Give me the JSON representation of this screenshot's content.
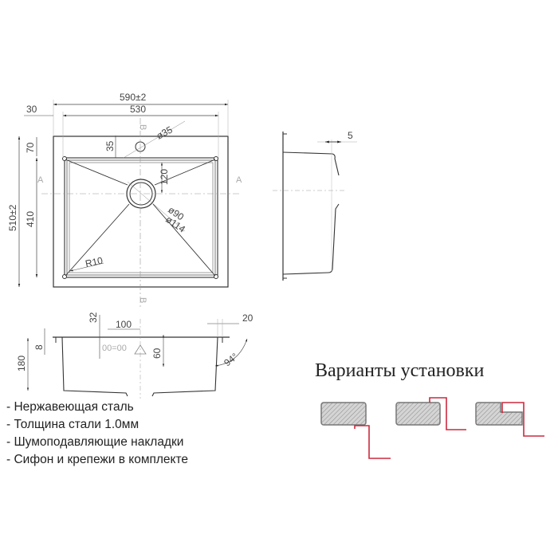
{
  "top_view": {
    "dims": {
      "overall_width": "590±2",
      "bowl_width": "530",
      "side_margin": "30",
      "overall_height": "510±2",
      "bowl_height": "410",
      "top_margin": "70",
      "tap_hole_offset": "35",
      "tap_hole_diameter": "ø35",
      "drain_offset": "120",
      "drain_inner_diameter": "ø90",
      "drain_outer_diameter": "ø114",
      "corner_radius": "R10"
    },
    "section_marks": {
      "a_left": "A",
      "a_right": "A",
      "b_top": "B",
      "b_bottom": "B"
    }
  },
  "side_view": {
    "dims": {
      "flange": "5"
    }
  },
  "front_section": {
    "dims": {
      "depth": "180",
      "flange_height": "8",
      "overflow_offset": "32",
      "overflow_distance": "100",
      "drain_height": "60",
      "rim_width": "20",
      "wall_angle": "94°"
    }
  },
  "features": [
    "- Нержавеющая сталь",
    "- Толщина стали 1.0мм",
    "- Шумоподавляющие накладки",
    "- Сифон и крепежи в комплекте"
  ],
  "installation": {
    "title": "Варианты установки",
    "variants": [
      "undermount",
      "overmount",
      "flush-mount"
    ],
    "colors": {
      "sink_profile": "#cc2a3e",
      "countertop_fill": "#c8c8c8",
      "countertop_stroke": "#777777"
    }
  }
}
